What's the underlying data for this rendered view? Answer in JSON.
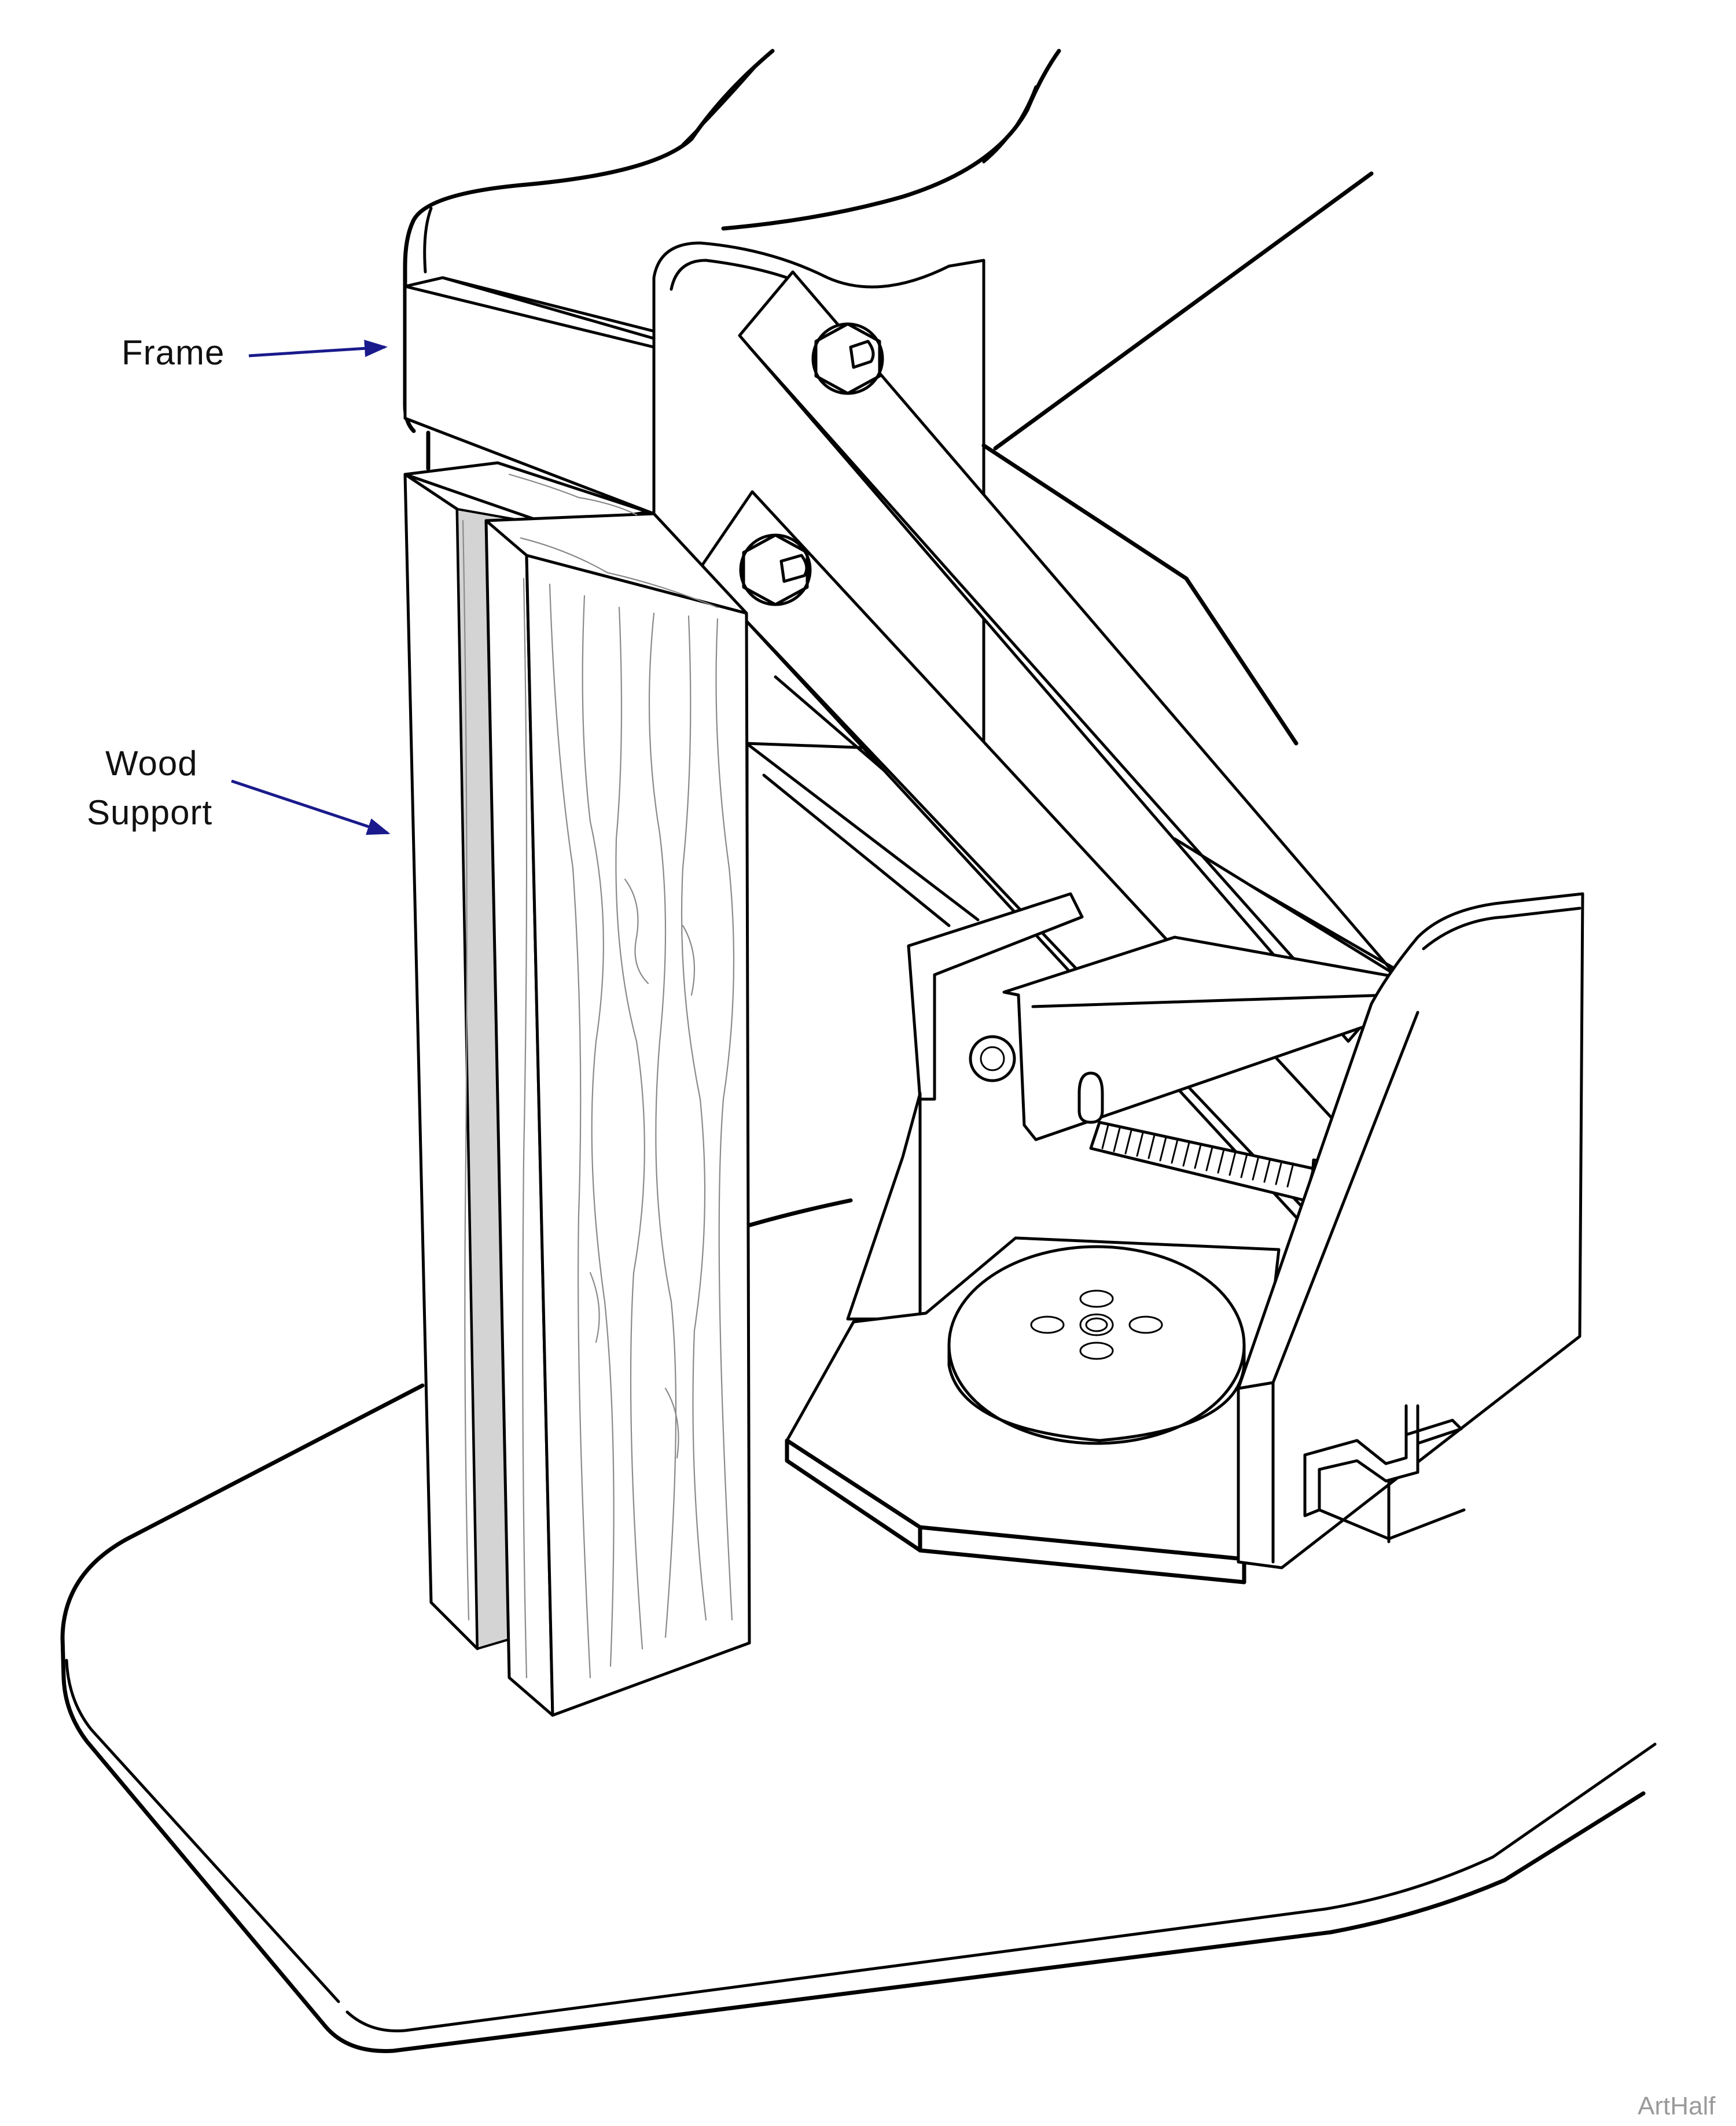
{
  "labels": {
    "frame": "Frame",
    "wood_support_line1": "Wood",
    "wood_support_line2": "Support"
  },
  "credit": "ArtHalf",
  "colors": {
    "line": "#000000",
    "arrow": "#1a1a8c",
    "shade": "#d4d4d4",
    "background": "#ffffff"
  }
}
